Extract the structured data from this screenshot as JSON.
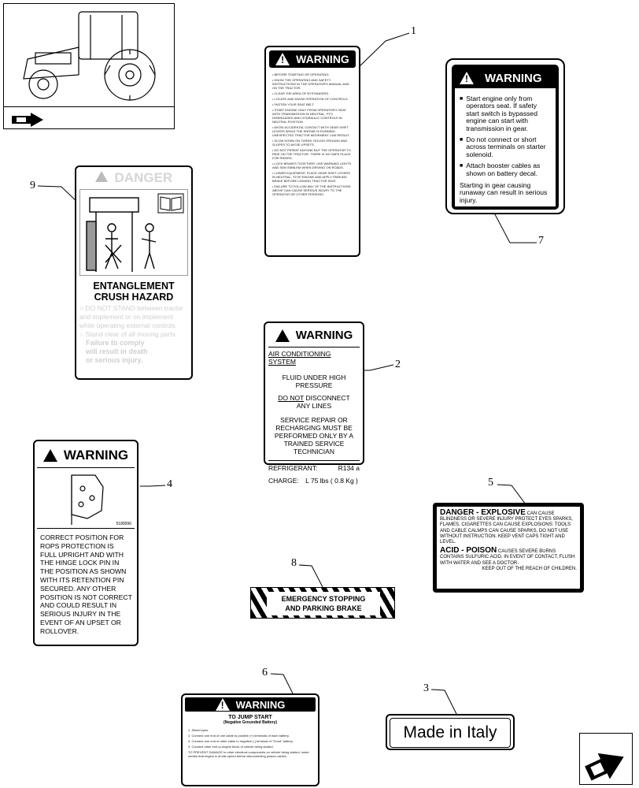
{
  "callouts": {
    "c1": "1",
    "c2": "2",
    "c3": "3",
    "c4": "4",
    "c5": "5",
    "c6": "6",
    "c7": "7",
    "c8": "8",
    "c9": "9"
  },
  "decal1": {
    "title": "WARNING",
    "lines": [
      "BEFORE STARTING OR OPERATING:",
      "KNOW THE OPERATING AND SAFETY INSTRUCTIONS IN THE OPERATOR'S MANUAL AND ON THE TRACTOR.",
      "CLEAR THE AREA OF BYSTANDERS.",
      "LOCATE AND KNOW OPERATION OF CONTROLS.",
      "FASTEN YOUR SEAT BELT.",
      "START ENGINE ONLY FROM OPERATOR'S SEAT WITH TRANSMISSION IN NEUTRAL, PTO DISENGAGED AND HYDRAULIC CONTROLS IN NEUTRAL POSITION.",
      "AVOID ACCIDENTAL CONTACT WITH GEAR SHIFT LEVERS WHILE THE ENGINE IS RUNNING. UNEXPECTED TRACTOR MOVEMENT CAN RESULT.",
      "SLOW DOWN ON TURNS, ROUGH GROUND AND SLOPES TO AVOID UPSETS.",
      "DO NOT PERMIT ANYONE BUT THE OPERATOR TO RIDE ON THE TRACTOR. THERE IS NO SAFE PLACE FOR RIDERS.",
      "LOCK BRAKES TOGETHER, USE WARNING LIGHTS AND SMV EMBLEM WHEN DRIVING ON ROADS.",
      "LOWER EQUIPMENT, PLACE GEAR SHIFT LEVERS IN NEUTRAL, STOP ENGINE AND APPLY PARKING BRAKE BEFORE LEAVING TRACTOR SEAT.",
      "FAILURE TO FOLLOW ANY OF THE INSTRUCTIONS ABOVE CAN CAUSE SERIOUS INJURY TO THE OPERATOR OR OTHER PERSONS."
    ]
  },
  "decal2": {
    "title": "WARNING",
    "system": "AIR CONDITIONING SYSTEM",
    "pressure": "FLUID UNDER HIGH PRESSURE",
    "do_not": "DO NOT",
    "disconnect": " DISCONNECT",
    "lines": "ANY LINES",
    "service": [
      "SERVICE REPAIR  OR",
      "RECHARGING MUST BE",
      "PERFORMED ONLY BY A",
      "TRAINED SERVICE",
      "TECHNICIAN"
    ],
    "refrigerant_label": "REFRIGERANT:",
    "refrigerant_value": "R134 a",
    "charge_label": "CHARGE:",
    "charge_value": "L 75  lbs  ( 0.8  Kg )"
  },
  "decal3": {
    "text": "Made in Italy"
  },
  "decal4": {
    "title": "WARNING",
    "image_code": "5189096",
    "lines": [
      "CORRECT POSITION FOR",
      "ROPS PROTECTION IS",
      "FULL UPRIGHT AND WITH",
      "THE HINGE LOCK PIN IN",
      "THE POSITION AS SHOWN",
      "WITH ITS RETENTION PIN",
      "SECURED. ANY OTHER",
      "POSITION IS NOT CORRECT",
      "AND COULD RESULT IN",
      "SERIOUS INJURY IN THE",
      "EVENT OF AN UPSET OR",
      "ROLLOVER."
    ]
  },
  "decal5": {
    "h1": "DANGER - EXPLOSIVE",
    "t1": " CAN CAUSE BLINDNESS OR SEVERE INJURY PROTECT EYES SPARKS, FLAMES, CIGARETTES CAN CAUSE EXPLOSIONS: TOOLS AND CABLE CALMPS CAN CAUSE SPARKS, DO NOT USE WITHOUT INSTRUCTION. KEEP VENT CAPS TIGHT AND LEVEL.",
    "h2": "ACID - POISON",
    "t2": " CAUSES SEVERE BURNS CONTAINS SULFURIC ACID. IN EVENT OF CONTACT, FLUSH WITH WATER AND SEE A DOCTOR.",
    "t3": "KEEP  OUT  OF  THE  REACH  OF  CHILDREN."
  },
  "decal6": {
    "title": "WARNING",
    "subtitle": "TO JUMP START",
    "subtitle2": "(Negative Grounded Battery)",
    "lines": [
      "1. Shield eyes.",
      "2. Connect one end of one cable to positive (+) terminals of each battery.",
      "3. Connect one end of other cable to negative (-) terminal of \"Good\" battery.",
      "4. Connect other end to engine block of vehicle being started.",
      "TO PREVENT DAMAGE to other electrical components on vehicle being started, make certain that engine is at idle speed before disconnecting jumper cables."
    ]
  },
  "decal7": {
    "title": "WARNING",
    "bullets": [
      "Start engine only from operators seat. If safety start switch is bypassed engine can start with transmission in gear.",
      "Do not connect or short across terminals  on starter solenoid.",
      "Attach booster cables as shown on battery decal."
    ],
    "footer": "Starting in gear causing runaway can result in serious injury."
  },
  "decal8": {
    "line1": "EMERGENCY STOPPING",
    "line2": "AND PARKING BRAKE"
  },
  "decal9": {
    "title": "DANGER",
    "h1": "ENTANGLEMENT",
    "h2": "CRUSH HAZARD",
    "b1": "DO NOT STAND between tractor and implement or on implement while operating external controls",
    "b2": "Stand clear of all moving parts.",
    "f1": "Failure to comply",
    "f2": "will result in death",
    "f3": "or serious injury."
  },
  "icons": [
    "tractor-thumbnail-icon",
    "book-icon",
    "nav-arrow-icon",
    "warning-triangle-icon"
  ]
}
